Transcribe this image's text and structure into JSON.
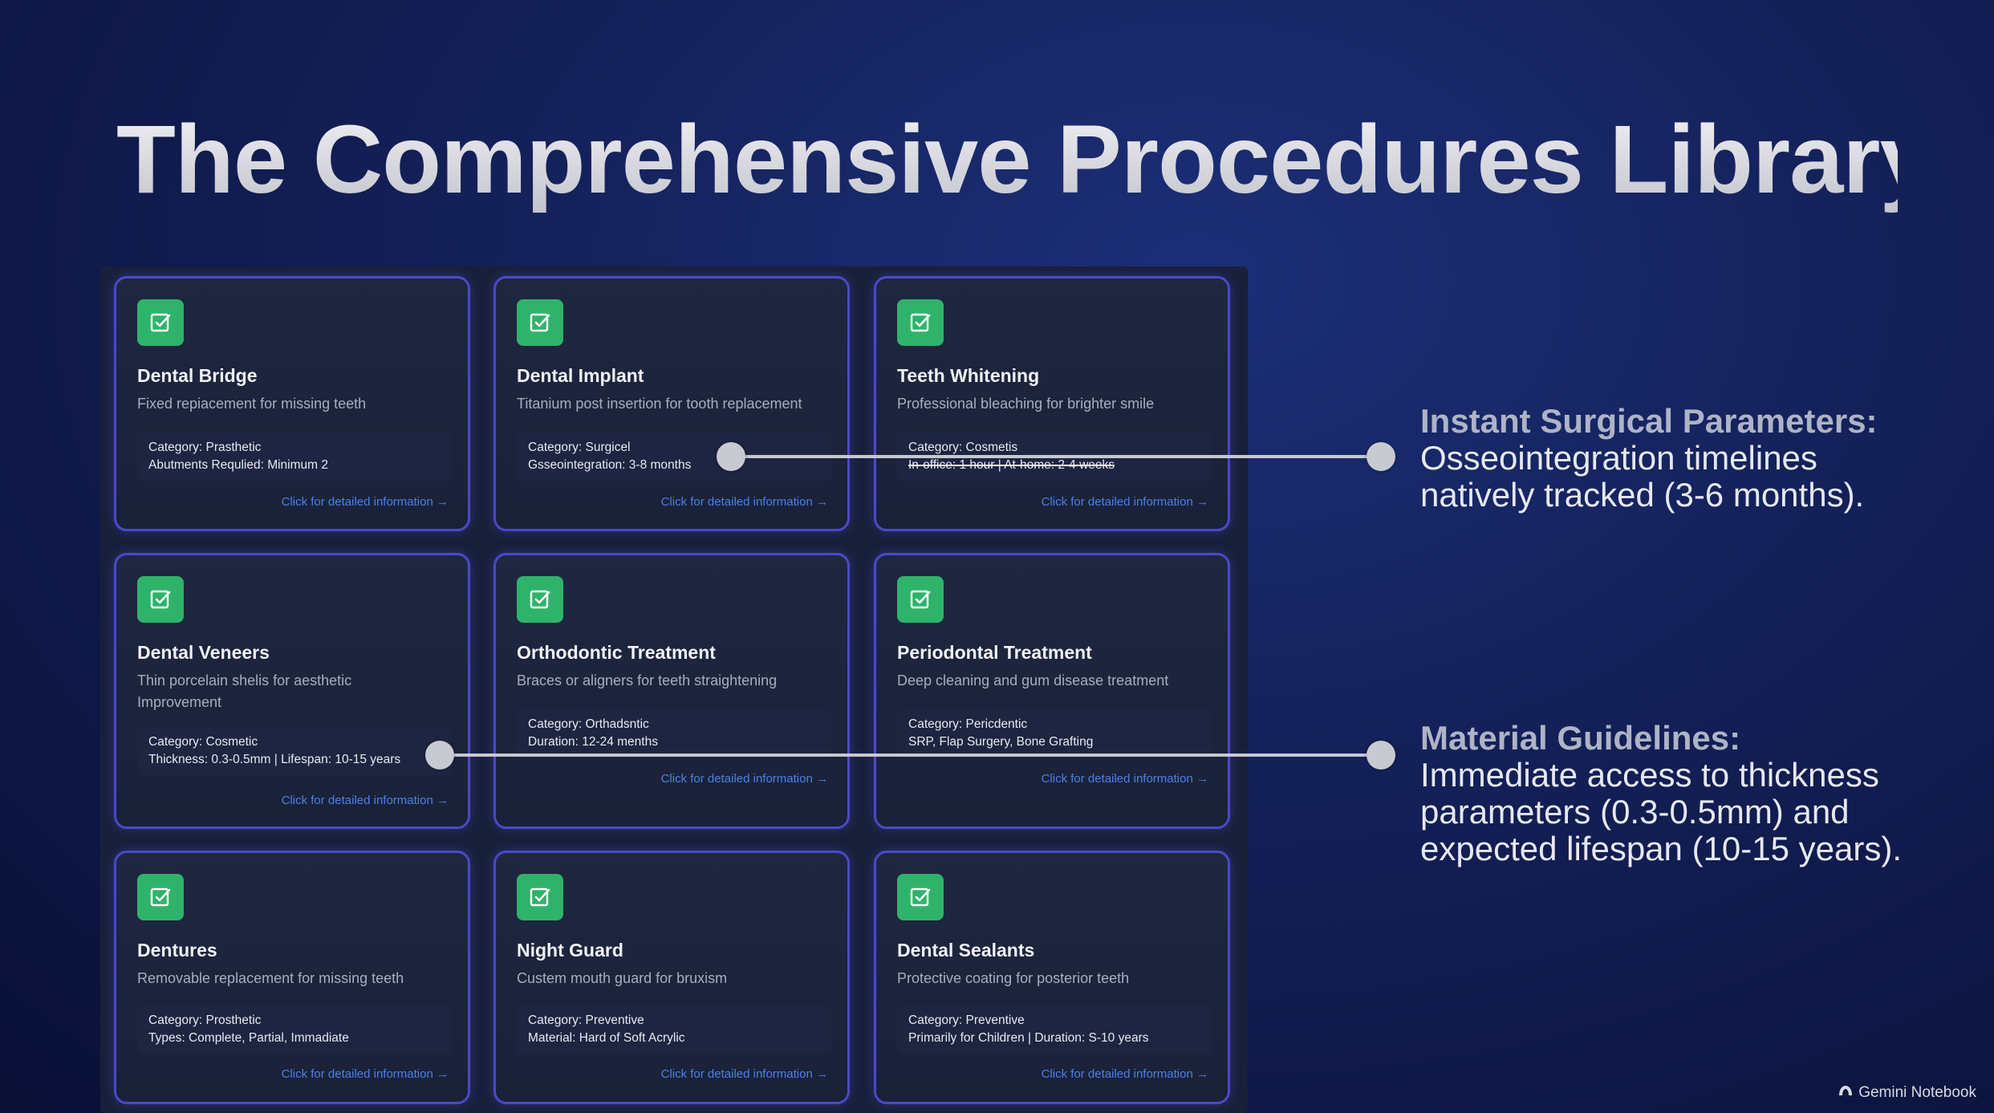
{
  "page": {
    "title": "The Comprehensive Procedures Library"
  },
  "cards": [
    {
      "title": "Dental Bridge",
      "description": "Fixed repiacement for missing teeth",
      "meta_line1": "Category: Prasthetic",
      "meta_line2": "Abutments Requlied: Minimum 2",
      "link": "Click for detailed information →"
    },
    {
      "title": "Dental Implant",
      "description": "Titanium post insertion for tooth replacement",
      "meta_line1": "Category: Surgicel",
      "meta_line2": "Gsseointegration: 3-8 months",
      "link": "Click for detailed information →"
    },
    {
      "title": "Teeth Whitening",
      "description": "Professional bleaching for brighter smile",
      "meta_line1": "Category: Cosmetis",
      "meta_line2": "In-office: 1 hour | At-home: 2-4 weeks",
      "link": "Click for detailed information →"
    },
    {
      "title": "Dental Veneers",
      "description": "Thin porcelain shelis for aesthetic Improvement",
      "meta_line1": "Category: Cosmetic",
      "meta_line2": "Thickness: 0.3-0.5mm | Lifespan: 10-15 years",
      "link": "Click for detailed information →"
    },
    {
      "title": "Orthodontic Treatment",
      "description": "Braces or aligners for teeth straightening",
      "meta_line1": "Category: Orthadsntic",
      "meta_line2": "Duration: 12-24 menths",
      "link": "Click for detailed information →"
    },
    {
      "title": "Periodontal Treatment",
      "description": "Deep cleaning and gum disease treatment",
      "meta_line1": "Category: Pericdentic",
      "meta_line2": "SRP, Flap Surgery, Bone Grafting",
      "link": "Click for detailed information →"
    },
    {
      "title": "Dentures",
      "description": "Removable replacement for missing teeth",
      "meta_line1": "Category: Prosthetic",
      "meta_line2": "Types: Complete, Partial, Immadiate",
      "link": "Click for detailed information →"
    },
    {
      "title": "Night Guard",
      "description": "Custem mouth guard for bruxism",
      "meta_line1": "Category: Preventive",
      "meta_line2": "Material: Hard of Soft Acrylic",
      "link": "Click for detailed information →"
    },
    {
      "title": "Dental Sealants",
      "description": "Protective coating for posterior teeth",
      "meta_line1": "Category: Preventive",
      "meta_line2": "Primarily for Children | Duration: S-10 years",
      "link": "Click for detailed information →"
    }
  ],
  "callouts": [
    {
      "heading": "Instant Surgical Parameters:",
      "body": "Osseointegration timelines natively tracked (3-6 months)."
    },
    {
      "heading": "Material Guidelines:",
      "body": "Immediate access to thickness parameters (0.3-0.5mm) and expected lifespan (10-15 years)."
    }
  ],
  "watermark": {
    "label": "Gemini Notebook"
  },
  "icons": {
    "card": "checkbox-icon",
    "watermark": "notebook-logo-icon"
  },
  "colors": {
    "accent_green": "#2fb36a",
    "card_border": "#4a49c9",
    "link_blue": "#4b80e6"
  }
}
